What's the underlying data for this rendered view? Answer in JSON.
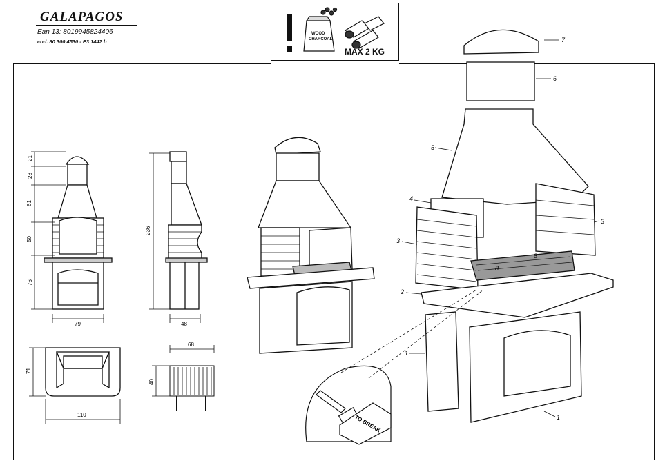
{
  "title": "GALAPAGOS",
  "ean_label": "Ean 13:",
  "ean_value": "8019945824406",
  "code_line": "cod. 80 300 4530 - E3 1442 b",
  "warning": {
    "max_load": "MAX 2 KG",
    "bag_text_1": "WOOD",
    "bag_text_2": "CHARCOAL"
  },
  "dimensions": {
    "front_h1": "21",
    "front_h2": "28",
    "front_h3": "61",
    "front_h4": "50",
    "front_h5": "76",
    "front_w": "79",
    "side_total_h": "236",
    "side_w": "48",
    "plan_depth": "71",
    "plan_w": "110",
    "grill_w": "68",
    "grill_h": "40"
  },
  "callouts": [
    "1",
    "1",
    "2",
    "3",
    "3",
    "4",
    "5",
    "6",
    "7"
  ],
  "grill_marks": [
    "8",
    "8"
  ],
  "break_label": "TO BREAK"
}
